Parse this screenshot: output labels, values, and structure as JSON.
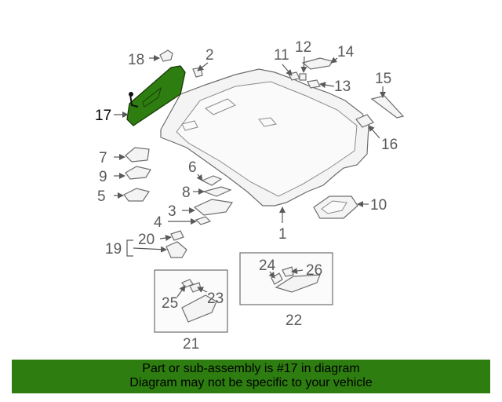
{
  "diagram": {
    "highlight_color": "#2e7d10",
    "highlighted_part": "17",
    "labels": {
      "l1": "1",
      "l2": "2",
      "l3": "3",
      "l4": "4",
      "l5": "5",
      "l6": "6",
      "l7": "7",
      "l8": "8",
      "l9": "9",
      "l10": "10",
      "l11": "11",
      "l12": "12",
      "l13": "13",
      "l14": "14",
      "l15": "15",
      "l16": "16",
      "l17": "17",
      "l18": "18",
      "l19": "19",
      "l20": "20",
      "l21": "21",
      "l22": "22",
      "l23": "23",
      "l24": "24",
      "l25": "25",
      "l26": "26"
    }
  },
  "banner": {
    "line1": "Part or sub-assembly is #17 in diagram",
    "line2": "Diagram may not be specific to your vehicle"
  }
}
